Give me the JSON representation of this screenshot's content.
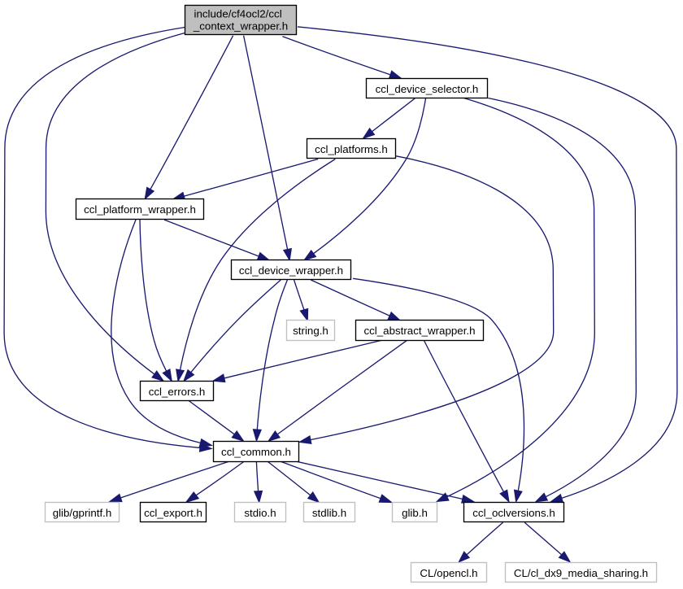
{
  "figure": {
    "type": "include-dependency-graph",
    "background": "#ffffff",
    "edge_color": "#191970",
    "nodes": [
      {
        "id": "include-cf4ocl2-ccl-context-wrapper-h",
        "label": "include/cf4ocl2/ccl_context_wrapper.h",
        "kind": "current",
        "fill": "#bfbfbf",
        "border": "#000000",
        "clickable": false,
        "lines": [
          "include/cf4ocl2/ccl",
          "_context_wrapper.h"
        ]
      },
      {
        "id": "ccl-device-selector-h",
        "label": "ccl_device_selector.h",
        "kind": "documented",
        "fill": "#ffffff",
        "border": "#000000",
        "clickable": true
      },
      {
        "id": "ccl-platforms-h",
        "label": "ccl_platforms.h",
        "kind": "documented",
        "fill": "#ffffff",
        "border": "#000000",
        "clickable": true
      },
      {
        "id": "ccl-platform-wrapper-h",
        "label": "ccl_platform_wrapper.h",
        "kind": "documented",
        "fill": "#ffffff",
        "border": "#000000",
        "clickable": true
      },
      {
        "id": "ccl-device-wrapper-h",
        "label": "ccl_device_wrapper.h",
        "kind": "documented",
        "fill": "#ffffff",
        "border": "#000000",
        "clickable": true
      },
      {
        "id": "string-h",
        "label": "string.h",
        "kind": "external",
        "fill": "#ffffff",
        "border": "#bfbfbf",
        "clickable": false
      },
      {
        "id": "ccl-abstract-wrapper-h",
        "label": "ccl_abstract_wrapper.h",
        "kind": "documented",
        "fill": "#ffffff",
        "border": "#000000",
        "clickable": true
      },
      {
        "id": "ccl-errors-h",
        "label": "ccl_errors.h",
        "kind": "documented",
        "fill": "#ffffff",
        "border": "#000000",
        "clickable": true
      },
      {
        "id": "ccl-common-h",
        "label": "ccl_common.h",
        "kind": "documented",
        "fill": "#ffffff",
        "border": "#000000",
        "clickable": true
      },
      {
        "id": "glib-gprintf-h",
        "label": "glib/gprintf.h",
        "kind": "external",
        "fill": "#ffffff",
        "border": "#bfbfbf",
        "clickable": false
      },
      {
        "id": "ccl-export-h",
        "label": "ccl_export.h",
        "kind": "documented",
        "fill": "#ffffff",
        "border": "#000000",
        "clickable": true
      },
      {
        "id": "stdio-h",
        "label": "stdio.h",
        "kind": "external",
        "fill": "#ffffff",
        "border": "#bfbfbf",
        "clickable": false
      },
      {
        "id": "stdlib-h",
        "label": "stdlib.h",
        "kind": "external",
        "fill": "#ffffff",
        "border": "#bfbfbf",
        "clickable": false
      },
      {
        "id": "glib-h",
        "label": "glib.h",
        "kind": "external",
        "fill": "#ffffff",
        "border": "#bfbfbf",
        "clickable": false
      },
      {
        "id": "ccl-oclversions-h",
        "label": "ccl_oclversions.h",
        "kind": "documented",
        "fill": "#ffffff",
        "border": "#000000",
        "clickable": true
      },
      {
        "id": "cl-opencl-h",
        "label": "CL/opencl.h",
        "kind": "external",
        "fill": "#ffffff",
        "border": "#bfbfbf",
        "clickable": false
      },
      {
        "id": "cl-cl-dx9-media-sharing-h",
        "label": "CL/cl_dx9_media_sharing.h",
        "kind": "external",
        "fill": "#ffffff",
        "border": "#bfbfbf",
        "clickable": false
      }
    ],
    "edges": [
      {
        "from": "include-cf4ocl2-ccl-context-wrapper-h",
        "to": "ccl-oclversions-h"
      },
      {
        "from": "include-cf4ocl2-ccl-context-wrapper-h",
        "to": "ccl-device-selector-h"
      },
      {
        "from": "include-cf4ocl2-ccl-context-wrapper-h",
        "to": "ccl-device-wrapper-h"
      },
      {
        "from": "include-cf4ocl2-ccl-context-wrapper-h",
        "to": "ccl-common-h"
      },
      {
        "from": "include-cf4ocl2-ccl-context-wrapper-h",
        "to": "ccl-errors-h"
      },
      {
        "from": "include-cf4ocl2-ccl-context-wrapper-h",
        "to": "ccl-platform-wrapper-h"
      },
      {
        "from": "ccl-oclversions-h",
        "to": "cl-opencl-h"
      },
      {
        "from": "ccl-oclversions-h",
        "to": "cl-cl-dx9-media-sharing-h"
      },
      {
        "from": "ccl-device-selector-h",
        "to": "ccl-oclversions-h"
      },
      {
        "from": "ccl-device-selector-h",
        "to": "glib-h"
      },
      {
        "from": "ccl-device-selector-h",
        "to": "ccl-device-wrapper-h"
      },
      {
        "from": "ccl-device-selector-h",
        "to": "ccl-platforms-h"
      },
      {
        "from": "ccl-device-wrapper-h",
        "to": "ccl-oclversions-h"
      },
      {
        "from": "ccl-device-wrapper-h",
        "to": "string-h"
      },
      {
        "from": "ccl-device-wrapper-h",
        "to": "ccl-common-h"
      },
      {
        "from": "ccl-device-wrapper-h",
        "to": "ccl-abstract-wrapper-h"
      },
      {
        "from": "ccl-device-wrapper-h",
        "to": "ccl-errors-h"
      },
      {
        "from": "ccl-common-h",
        "to": "ccl-oclversions-h"
      },
      {
        "from": "ccl-common-h",
        "to": "glib-h"
      },
      {
        "from": "ccl-common-h",
        "to": "stdio-h"
      },
      {
        "from": "ccl-common-h",
        "to": "stdlib-h"
      },
      {
        "from": "ccl-common-h",
        "to": "glib-gprintf-h"
      },
      {
        "from": "ccl-common-h",
        "to": "ccl-export-h"
      },
      {
        "from": "ccl-abstract-wrapper-h",
        "to": "ccl-oclversions-h"
      },
      {
        "from": "ccl-abstract-wrapper-h",
        "to": "ccl-common-h"
      },
      {
        "from": "ccl-abstract-wrapper-h",
        "to": "ccl-errors-h"
      },
      {
        "from": "ccl-errors-h",
        "to": "ccl-common-h"
      },
      {
        "from": "ccl-platforms-h",
        "to": "ccl-common-h"
      },
      {
        "from": "ccl-platforms-h",
        "to": "ccl-errors-h"
      },
      {
        "from": "ccl-platforms-h",
        "to": "ccl-platform-wrapper-h"
      },
      {
        "from": "ccl-platform-wrapper-h",
        "to": "ccl-device-wrapper-h"
      },
      {
        "from": "ccl-platform-wrapper-h",
        "to": "ccl-common-h"
      },
      {
        "from": "ccl-platform-wrapper-h",
        "to": "ccl-errors-h"
      }
    ]
  }
}
